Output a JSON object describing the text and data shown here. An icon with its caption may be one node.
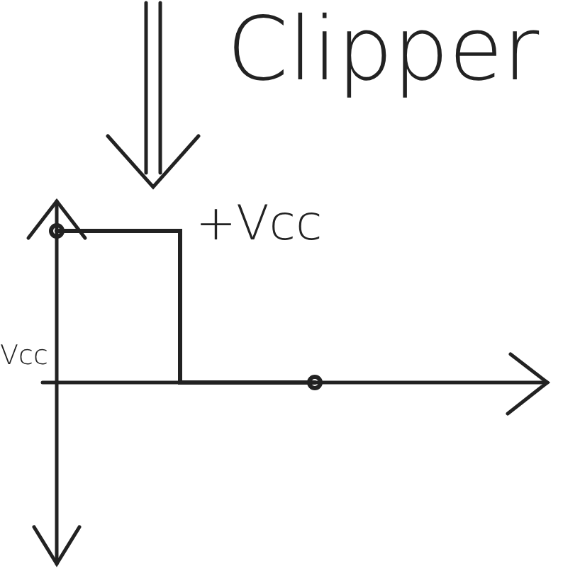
{
  "diagram": {
    "labels": [
      "Clipper",
      "+Vcc",
      "Vcc"
    ]
  }
}
